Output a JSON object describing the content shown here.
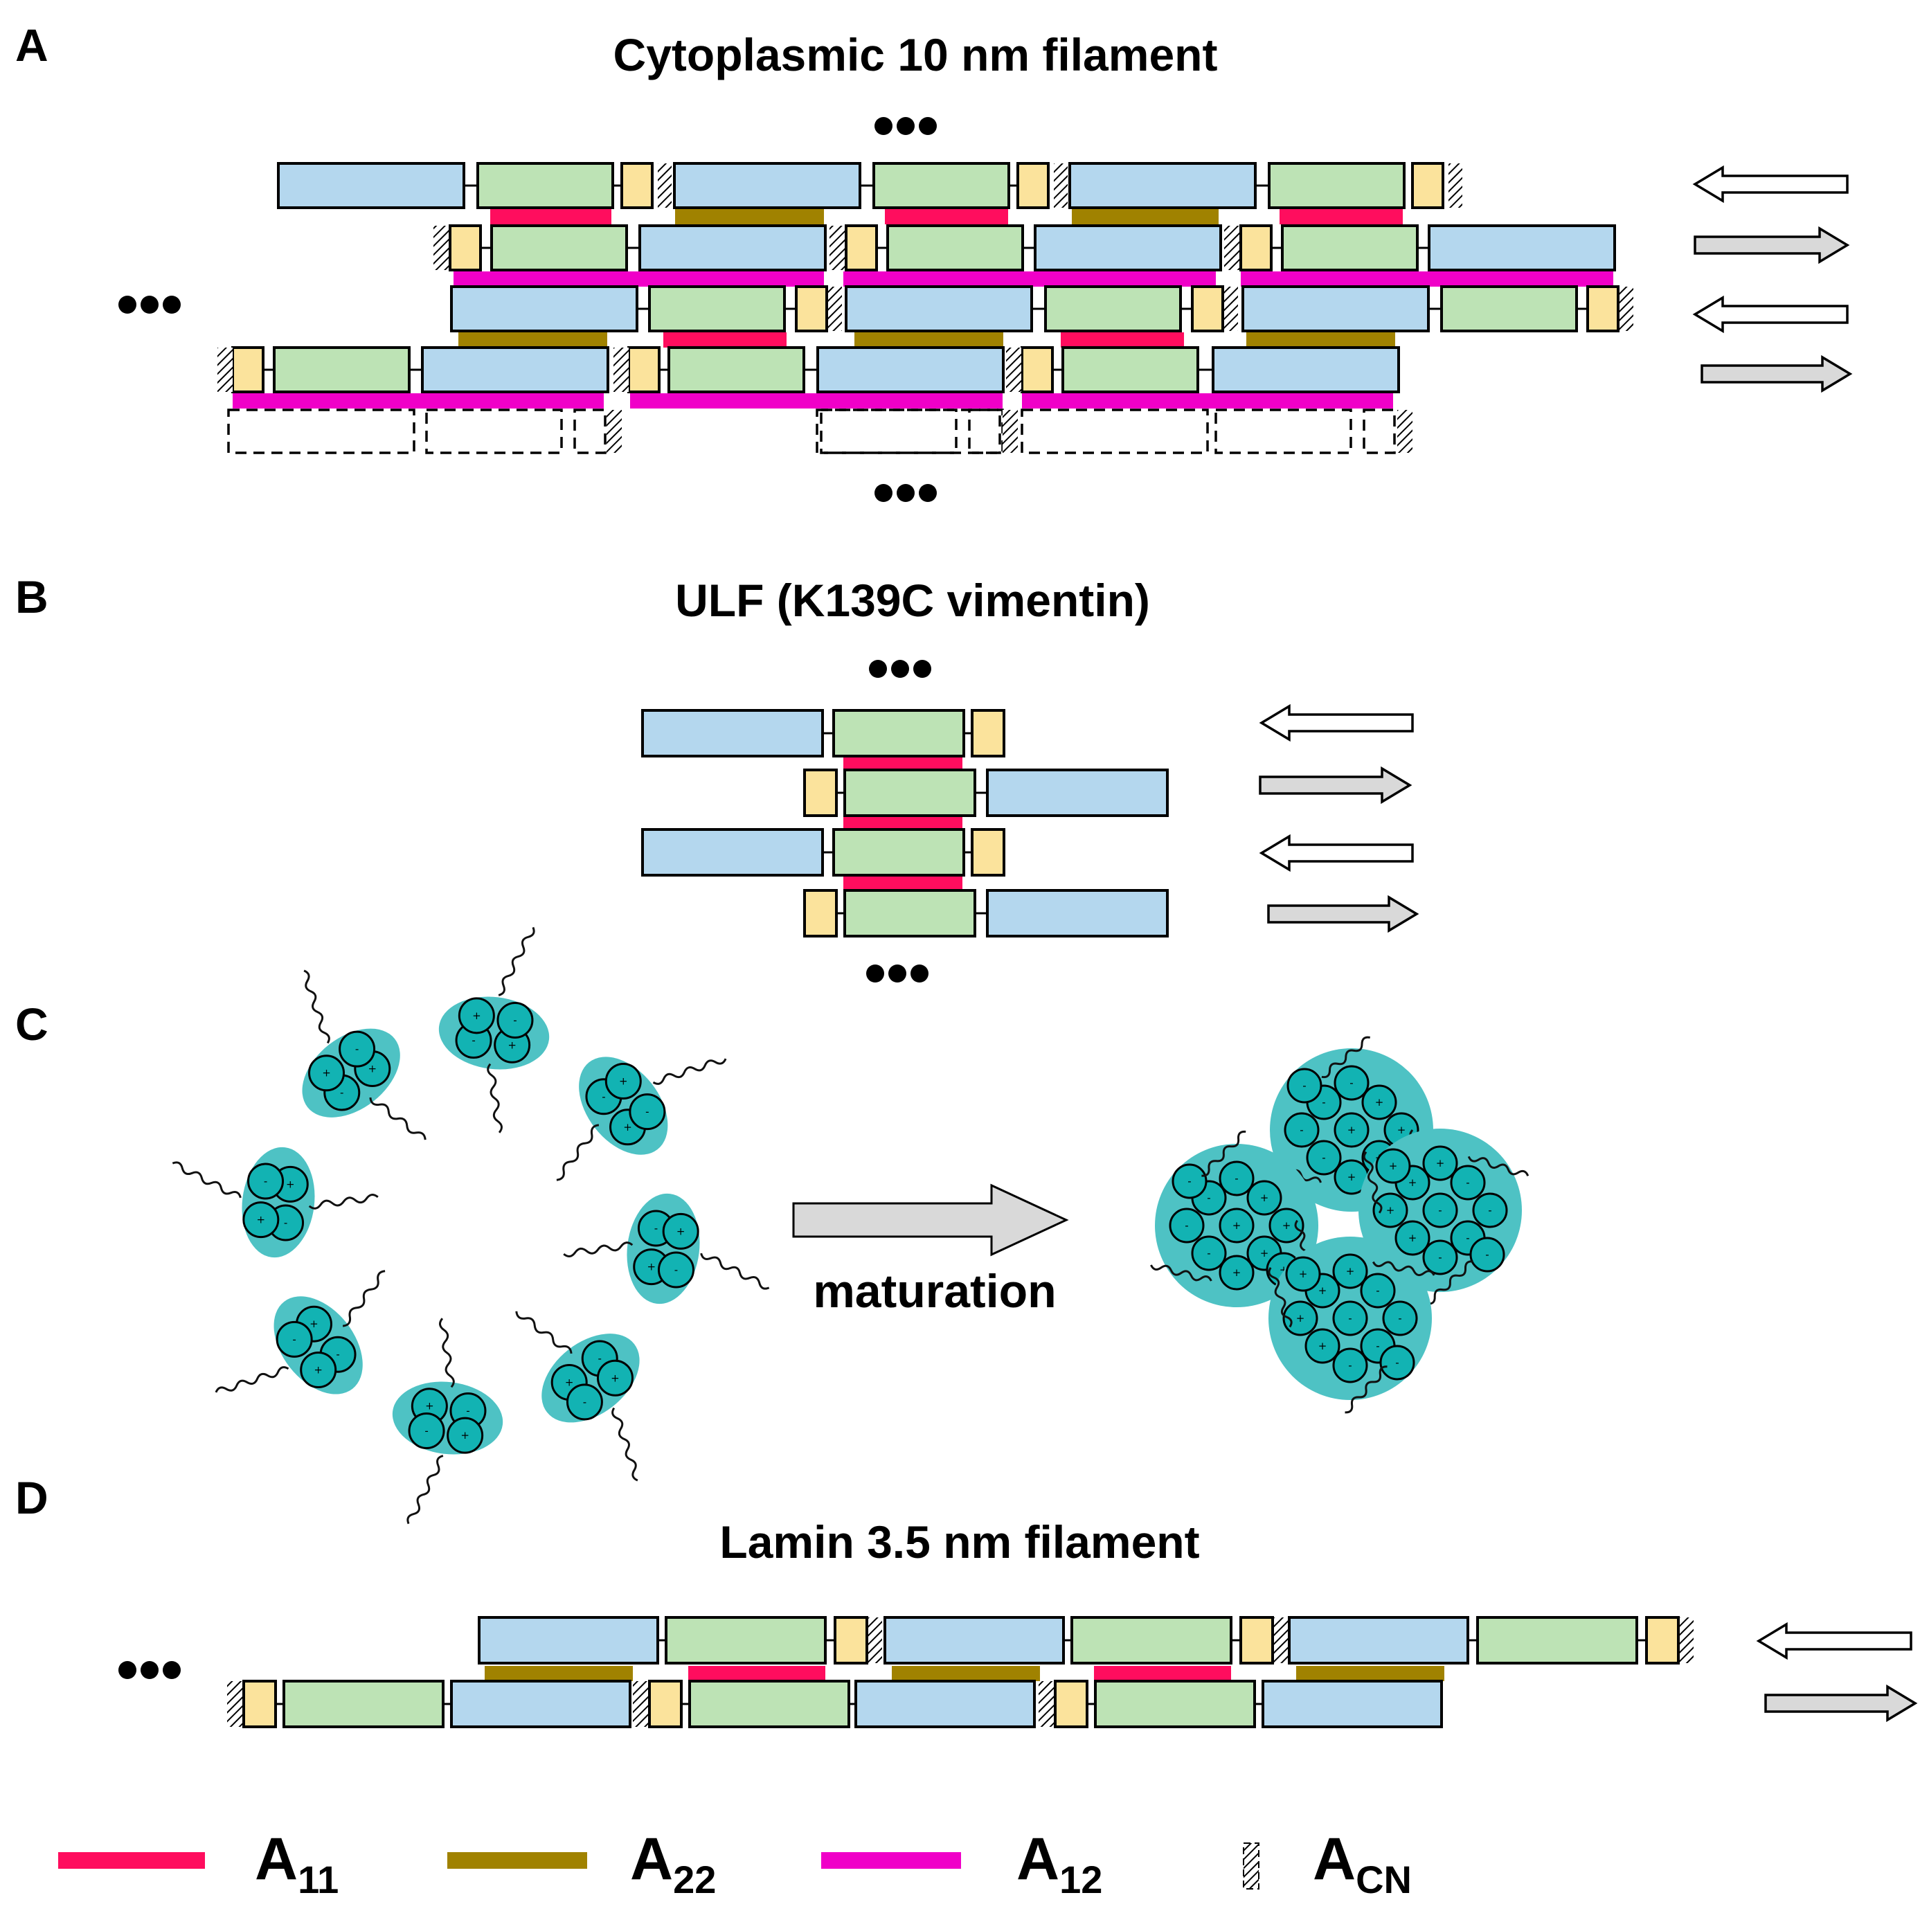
{
  "panels": {
    "a": {
      "label": "A",
      "title": "Cytoplasmic 10 nm filament"
    },
    "b": {
      "label": "B",
      "title": "ULF (K139C vimentin)"
    },
    "c": {
      "label": "C",
      "arrow_label": "maturation"
    },
    "d": {
      "label": "D",
      "title": "Lamin 3.5 nm filament"
    }
  },
  "legend": [
    {
      "letter": "A",
      "sub": "11",
      "color": "#ff0d5e",
      "style": "bar"
    },
    {
      "letter": "A",
      "sub": "22",
      "color": "#a08200",
      "style": "bar"
    },
    {
      "letter": "A",
      "sub": "12",
      "color": "#f000c8",
      "style": "bar"
    },
    {
      "letter": "A",
      "sub": "CN",
      "color": "#000000",
      "style": "hatch"
    }
  ],
  "colors": {
    "coil1": "#b4d7ee",
    "coil2": "#bde3b5",
    "head": "#fbe39c",
    "a11": "#ff0d5e",
    "a22": "#a08200",
    "a12": "#f000c8",
    "teal": "#4ec2c4",
    "teal_dark": "#12b3b3",
    "arrow_fill": "#d9d9d9"
  },
  "icons": {
    "ellipsis": "ellipsis-dots-icon",
    "direction": "direction-arrow-icon"
  }
}
